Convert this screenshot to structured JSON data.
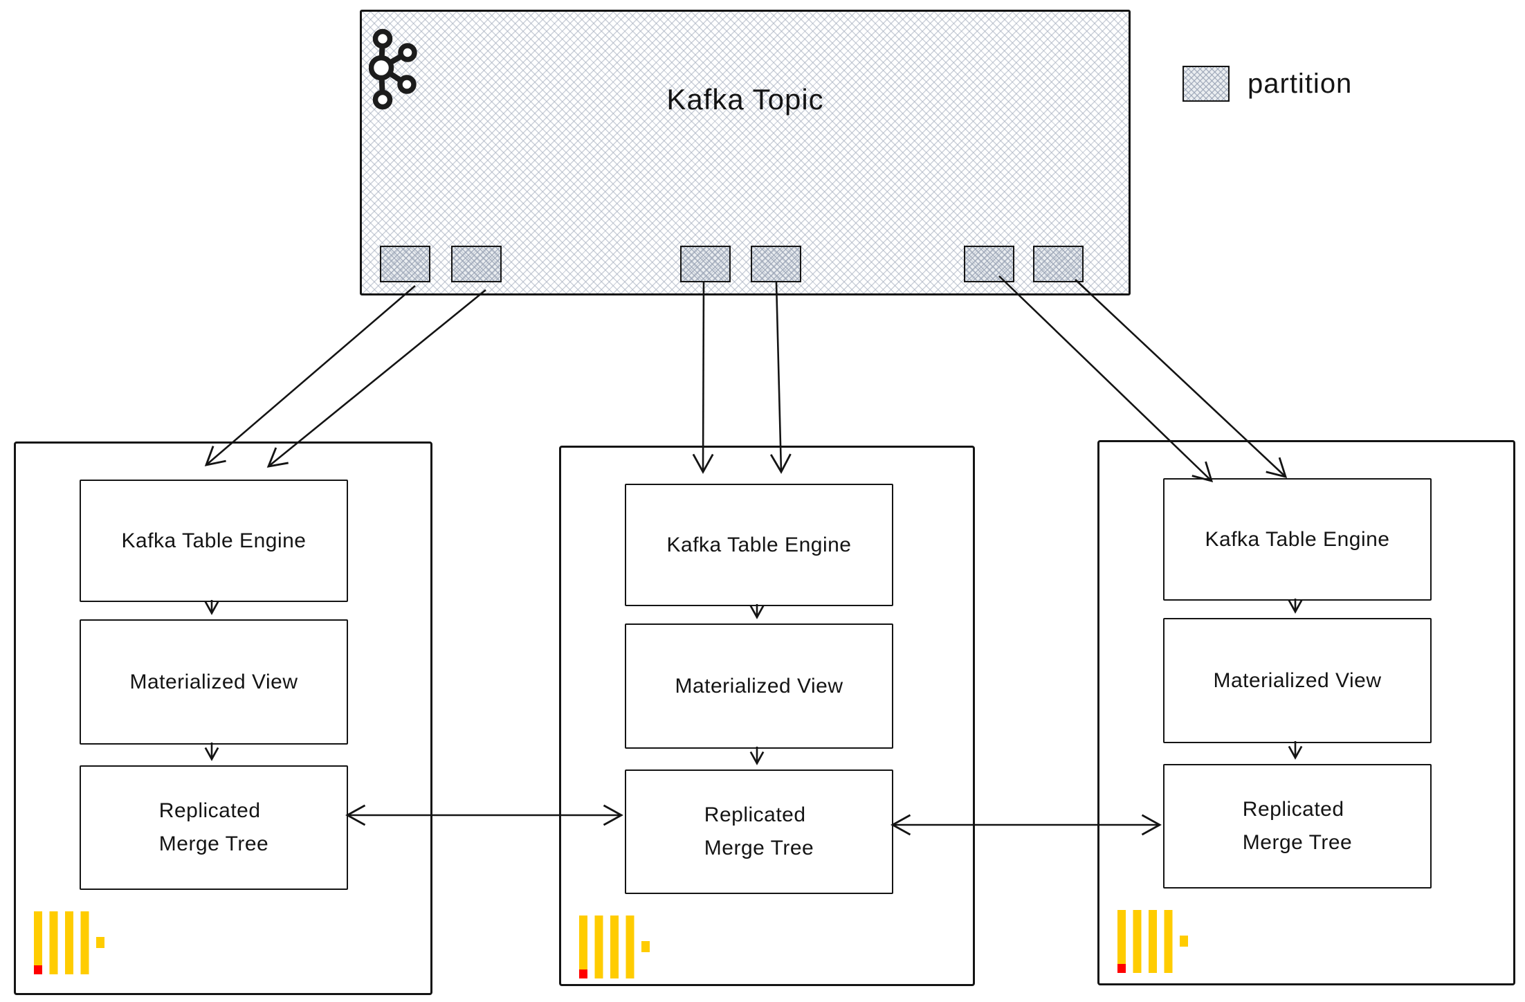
{
  "topic": {
    "title": "Kafka Topic",
    "partitions": {
      "count": 6,
      "pair_groups": 3
    }
  },
  "legend": {
    "label": "partition"
  },
  "nodes": [
    {
      "kafka_table_engine": "Kafka Table Engine",
      "materialized_view": "Materialized View",
      "replicated_merge_tree": [
        "Replicated",
        "Merge Tree"
      ]
    },
    {
      "kafka_table_engine": "Kafka Table Engine",
      "materialized_view": "Materialized View",
      "replicated_merge_tree": [
        "Replicated",
        "Merge Tree"
      ]
    },
    {
      "kafka_table_engine": "Kafka Table Engine",
      "materialized_view": "Materialized View",
      "replicated_merge_tree": [
        "Replicated",
        "Merge Tree"
      ]
    }
  ],
  "colors": {
    "stroke": "#141414",
    "hatch_gray": "#a8b1c0",
    "clickhouse_yellow": "#FFCC00",
    "clickhouse_red": "#FF0000"
  }
}
